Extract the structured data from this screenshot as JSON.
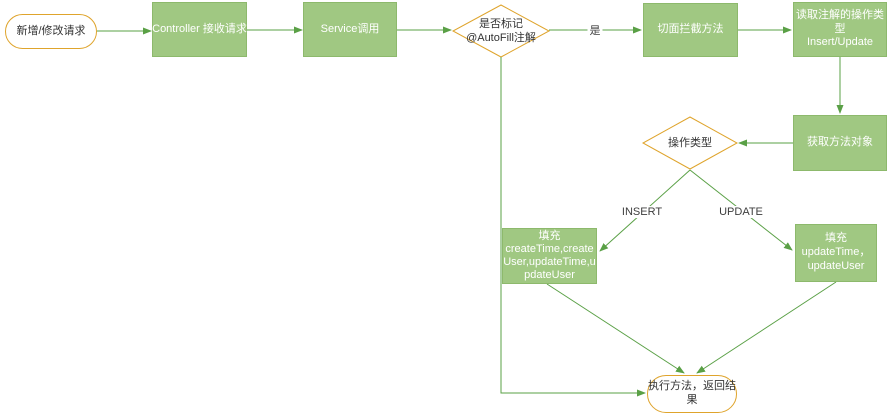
{
  "diagram": {
    "colors": {
      "process_fill_green": "#A0C882",
      "process_border_green": "#8DB96C",
      "edge_green": "#5AA046",
      "terminal_border_orange": "#DFA42C",
      "text_dark": "#333333",
      "text_light": "#FFFFFF",
      "background": "#FFFFFF"
    },
    "nodes": {
      "start": {
        "label": "新增/修改请求"
      },
      "controller": {
        "label": "Controller 接收请求"
      },
      "service": {
        "label": "Service调用"
      },
      "autofill_check": {
        "label": "是否标记\n@AutoFill注解"
      },
      "aspect_intercept": {
        "label": "切面拦截方法"
      },
      "read_annotation_type": {
        "label": "读取注解的操作类型\nInsert/Update"
      },
      "get_method_object": {
        "label": "获取方法对象"
      },
      "operation_type": {
        "label": "操作类型"
      },
      "fill_insert": {
        "label": "填充\ncreateTime,createUser,updateTime,updateUser"
      },
      "fill_update": {
        "label": "填充updateTime，\nupdateUser"
      },
      "end": {
        "label": "执行方法，返回结\n果"
      }
    },
    "edge_labels": {
      "yes": "是",
      "insert": "INSERT",
      "update": "UPDATE"
    }
  }
}
